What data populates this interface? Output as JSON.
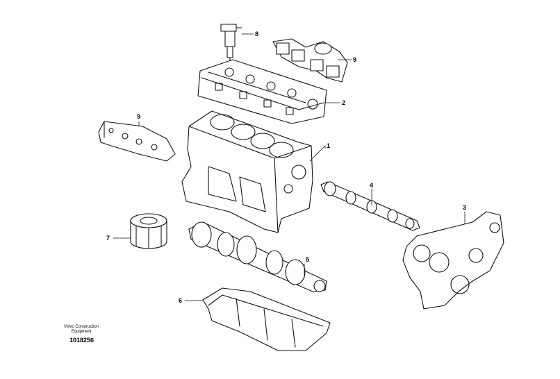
{
  "callouts": {
    "c1": "1",
    "c2": "2",
    "c3": "3",
    "c4": "4",
    "c5": "5",
    "c6": "6",
    "c7": "7",
    "c8": "8",
    "c9a": "9",
    "c9b": "9"
  },
  "footer": {
    "brand_line1": "Volvo Construction",
    "brand_line2": "Equipment",
    "doc_number": "1018256"
  }
}
